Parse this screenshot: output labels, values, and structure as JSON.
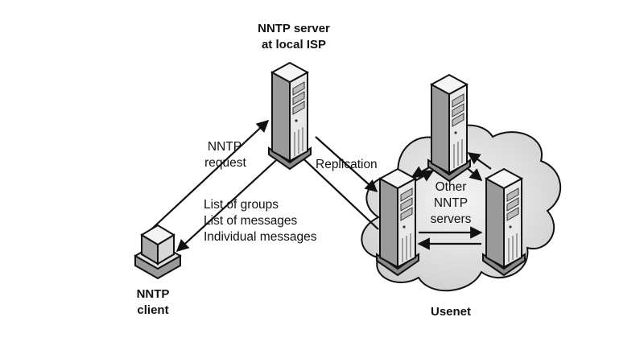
{
  "nodes": {
    "local_server": {
      "label_line1": "NNTP server",
      "label_line2": "at local ISP"
    },
    "client": {
      "label_line1": "NNTP",
      "label_line2": "client"
    },
    "usenet": {
      "label": "Usenet",
      "inner_label_lines": [
        "Other",
        "NNTP",
        "servers"
      ]
    }
  },
  "edges": {
    "request": {
      "label_lines": [
        "NNTP",
        "request"
      ]
    },
    "response": {
      "label_lines": [
        "List of groups",
        "List of messages",
        "Individual messages"
      ]
    },
    "replication": {
      "label": "Replication"
    }
  },
  "colors": {
    "line": "#111111",
    "server_front": "#9a9a9a",
    "server_side": "#e6e6e6",
    "server_top": "#f2f2f2",
    "cloud_fill": "#dcdcdc"
  }
}
